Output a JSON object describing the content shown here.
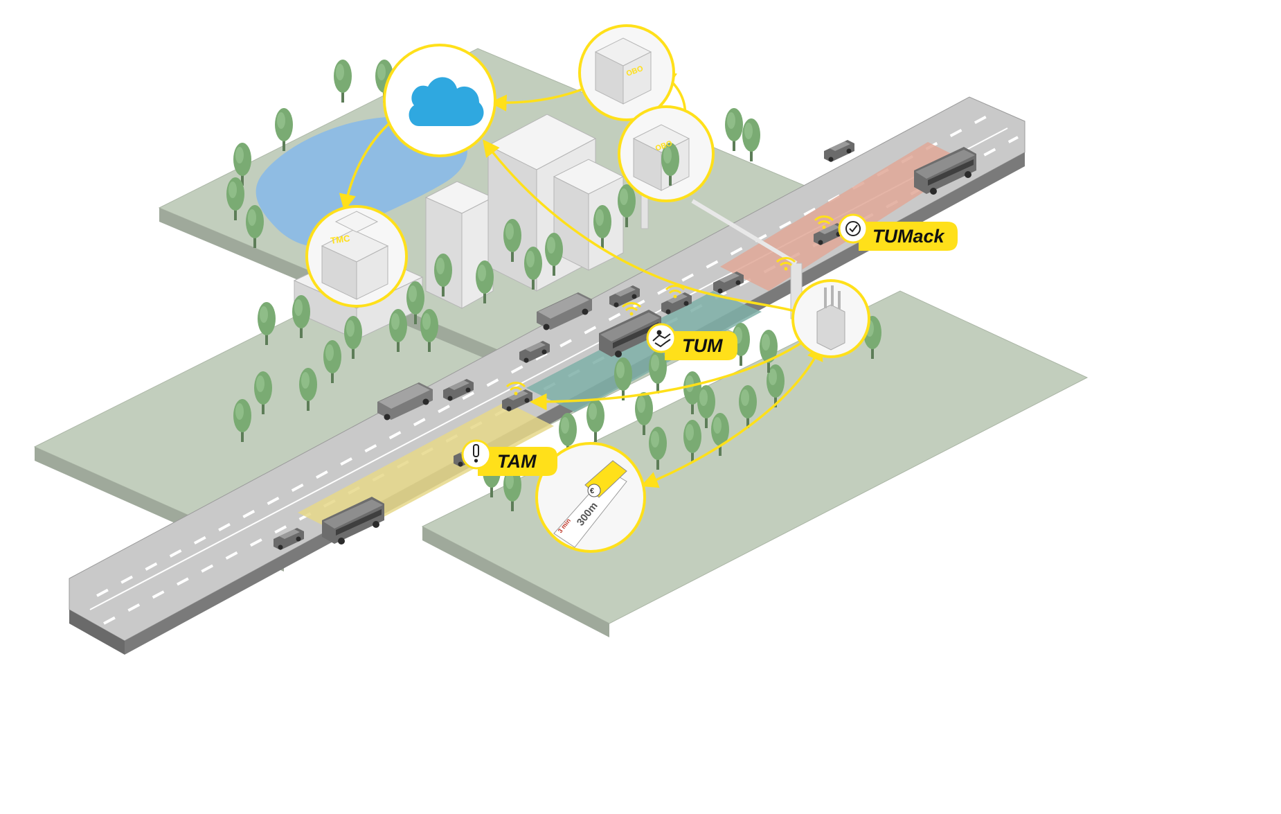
{
  "colors": {
    "accent": "#ffe01a",
    "cloud": "#2fa8e0",
    "lake": "#8fbce3",
    "ground": "#c2cebd",
    "road": "#c9c9c9",
    "zone_tam": "#e6d88a",
    "zone_tum": "#7fb0a8",
    "zone_tumack": "#e0a898",
    "tree": "#7aab73",
    "vehicle": "#6d6d6d"
  },
  "icons": {
    "cloud": "cloud-icon",
    "tam": "exclamation-icon",
    "tum": "handshake-icon",
    "tumack": "check-circle-icon"
  },
  "labels": {
    "tam": "TAM",
    "tum": "TUM",
    "tumack": "TUMack"
  },
  "building_tags": {
    "tmc": "TMC",
    "obo_1": "OBO",
    "obo_2": "OBO"
  },
  "phone_screen": {
    "distance": "300m",
    "currency": "€",
    "time_note": "3 min"
  }
}
